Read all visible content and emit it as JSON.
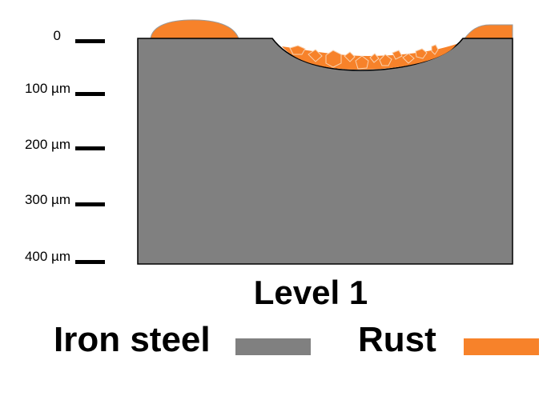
{
  "diagram": {
    "title": "Level 1",
    "scale": {
      "labels": [
        "0",
        "100 µm",
        "200 µm",
        "300 µm",
        "400 µm"
      ]
    },
    "legend": [
      {
        "label": "Iron steel",
        "color": "#808080"
      },
      {
        "label": "Rust",
        "color": "#f7822a"
      }
    ],
    "colors": {
      "steel": "#808080",
      "rust": "#f7822a",
      "outline": "#000000"
    }
  }
}
